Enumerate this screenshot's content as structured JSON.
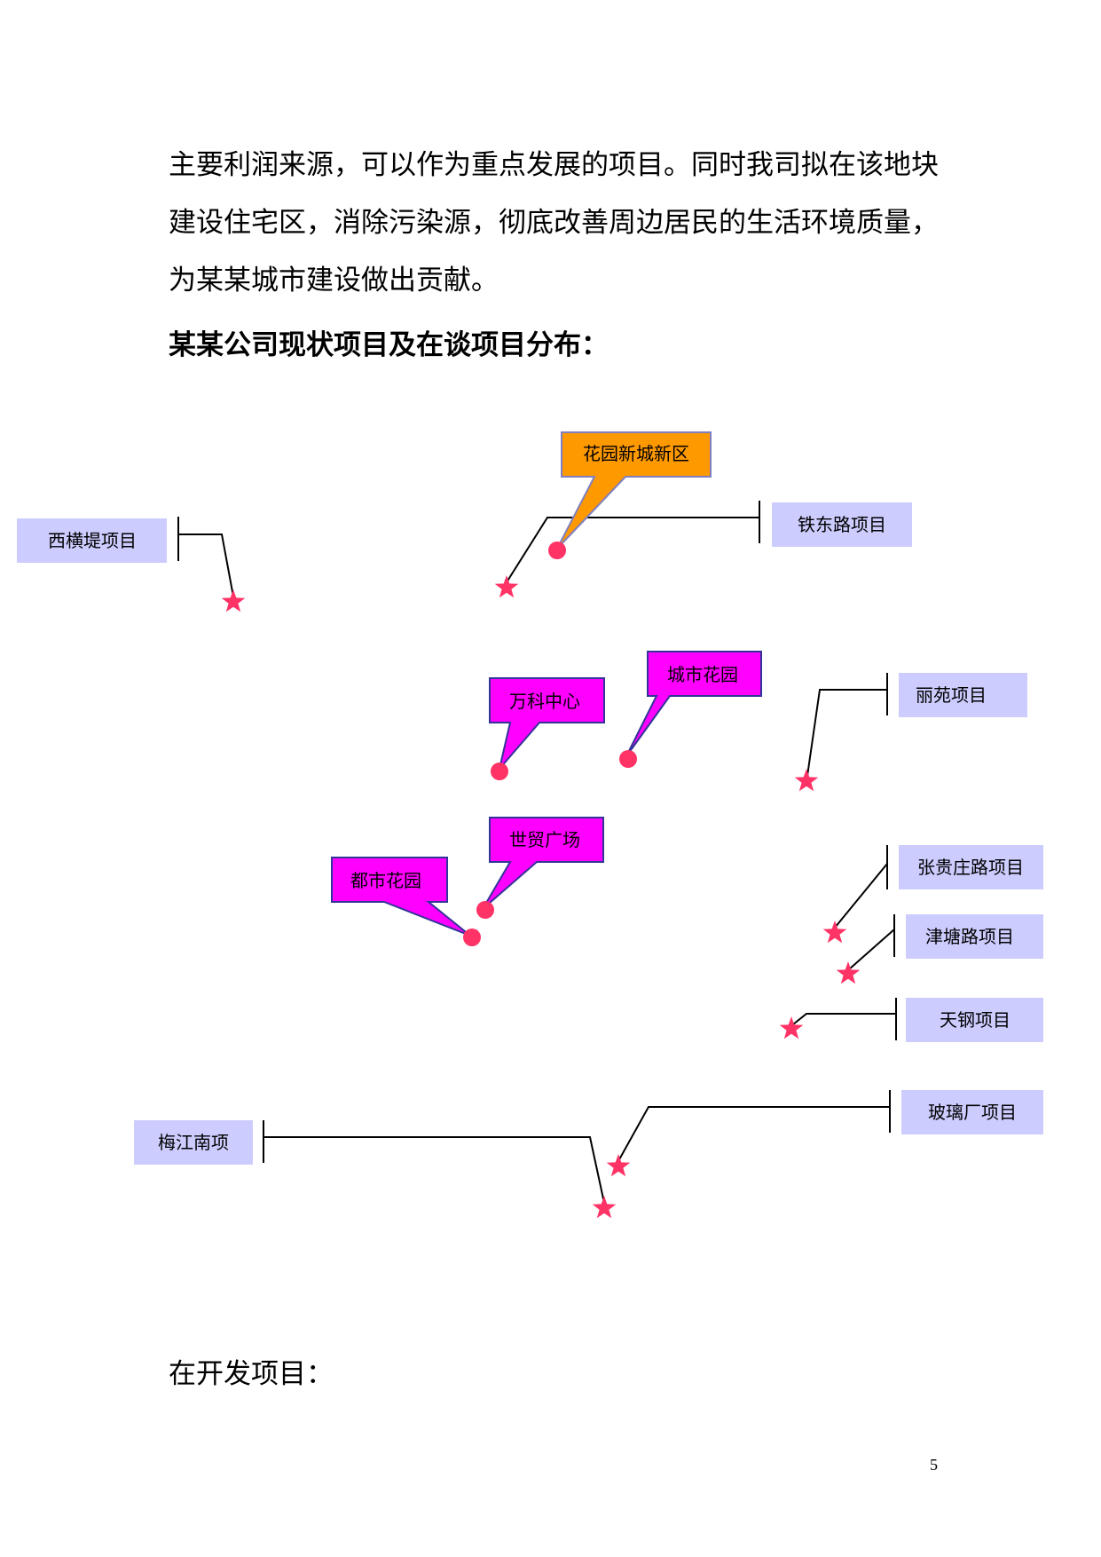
{
  "paragraph_lines": [
    "主要利润来源，可以作为重点发展的项目。同时我司拟在该地块",
    "建设住宅区，消除污染源，彻底改善周边居民的生活环境质量，",
    "为某某城市建设做出贡献。"
  ],
  "section_heading": "某某公司现状项目及在谈项目分布：",
  "map": {
    "colors": {
      "label_box": "#ccccff",
      "callout_magenta": "#ff00ff",
      "callout_orange": "#ff9900",
      "marker": "#ff3366",
      "leader_line": "#000000"
    },
    "star_labels": [
      "西横堤项目",
      "铁东路项目",
      "丽苑项目",
      "张贵庄路项目",
      "津塘路项目",
      "天钢项目",
      "玻璃厂项目",
      "梅江南项"
    ],
    "callouts": [
      "花园新城新区",
      "万科中心",
      "城市花园",
      "世贸广场",
      "都市花园"
    ]
  },
  "lower_heading": "在开发项目：",
  "page_number": "5"
}
